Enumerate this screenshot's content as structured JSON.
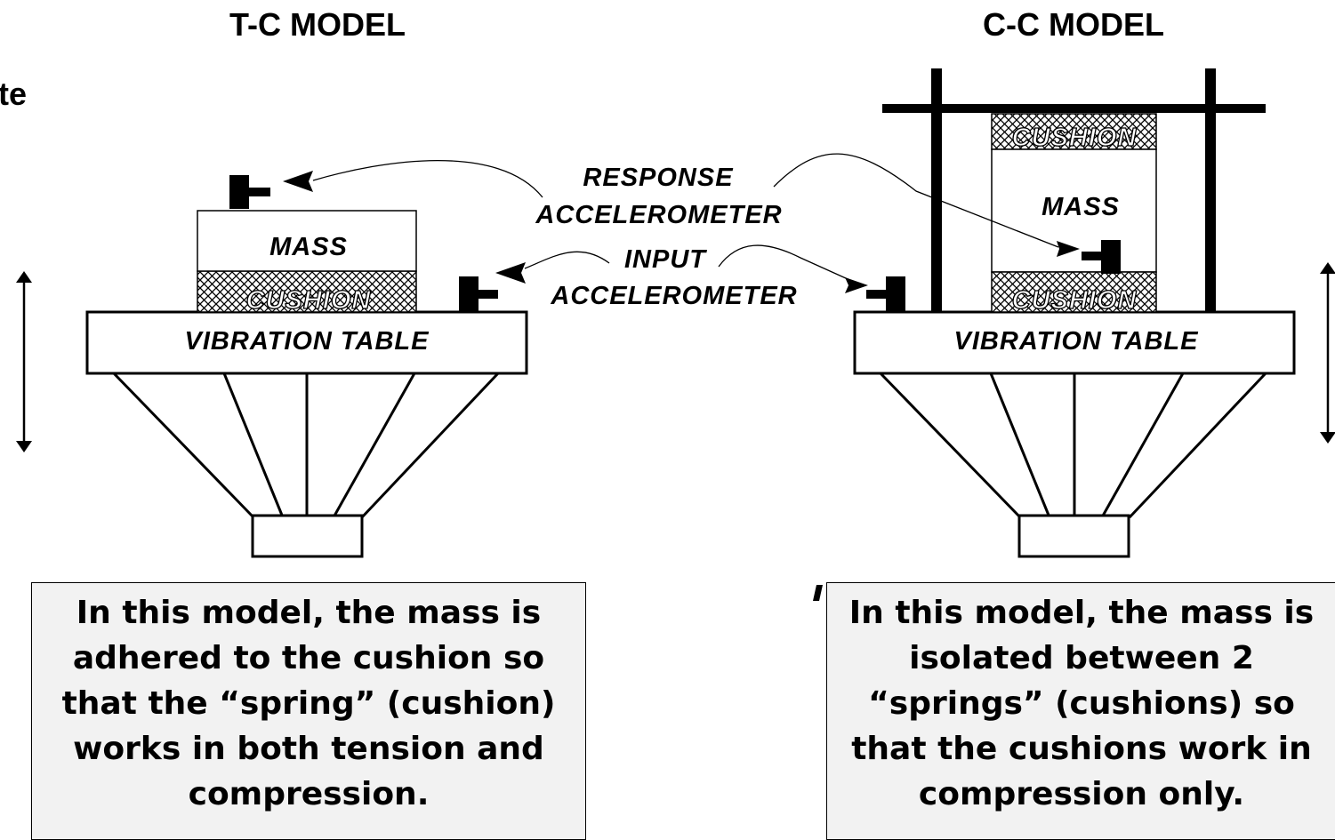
{
  "titles": {
    "left": "T-C MODEL",
    "right": "C-C MODEL",
    "clipped_left_edge": "te"
  },
  "left_model": {
    "mass": "MASS",
    "cushion": "CUSHION",
    "table": "VIBRATION TABLE"
  },
  "right_model": {
    "top_cushion": "CUSHION",
    "mass": "MASS",
    "bottom_cushion": "CUSHION",
    "table": "VIBRATION TABLE"
  },
  "annotations": {
    "response_line1": "RESPONSE",
    "response_line2": "ACCELEROMETER",
    "input_line1": "INPUT",
    "input_line2": "ACCELEROMETER"
  },
  "captions": {
    "left": "In this model, the mass is adhered to the cushion so that the “spring” (cushion) works in both tension and compression.",
    "right": "In this model, the mass is isolated between 2 “springs” (cushions) so that the cushions work in compression only."
  }
}
